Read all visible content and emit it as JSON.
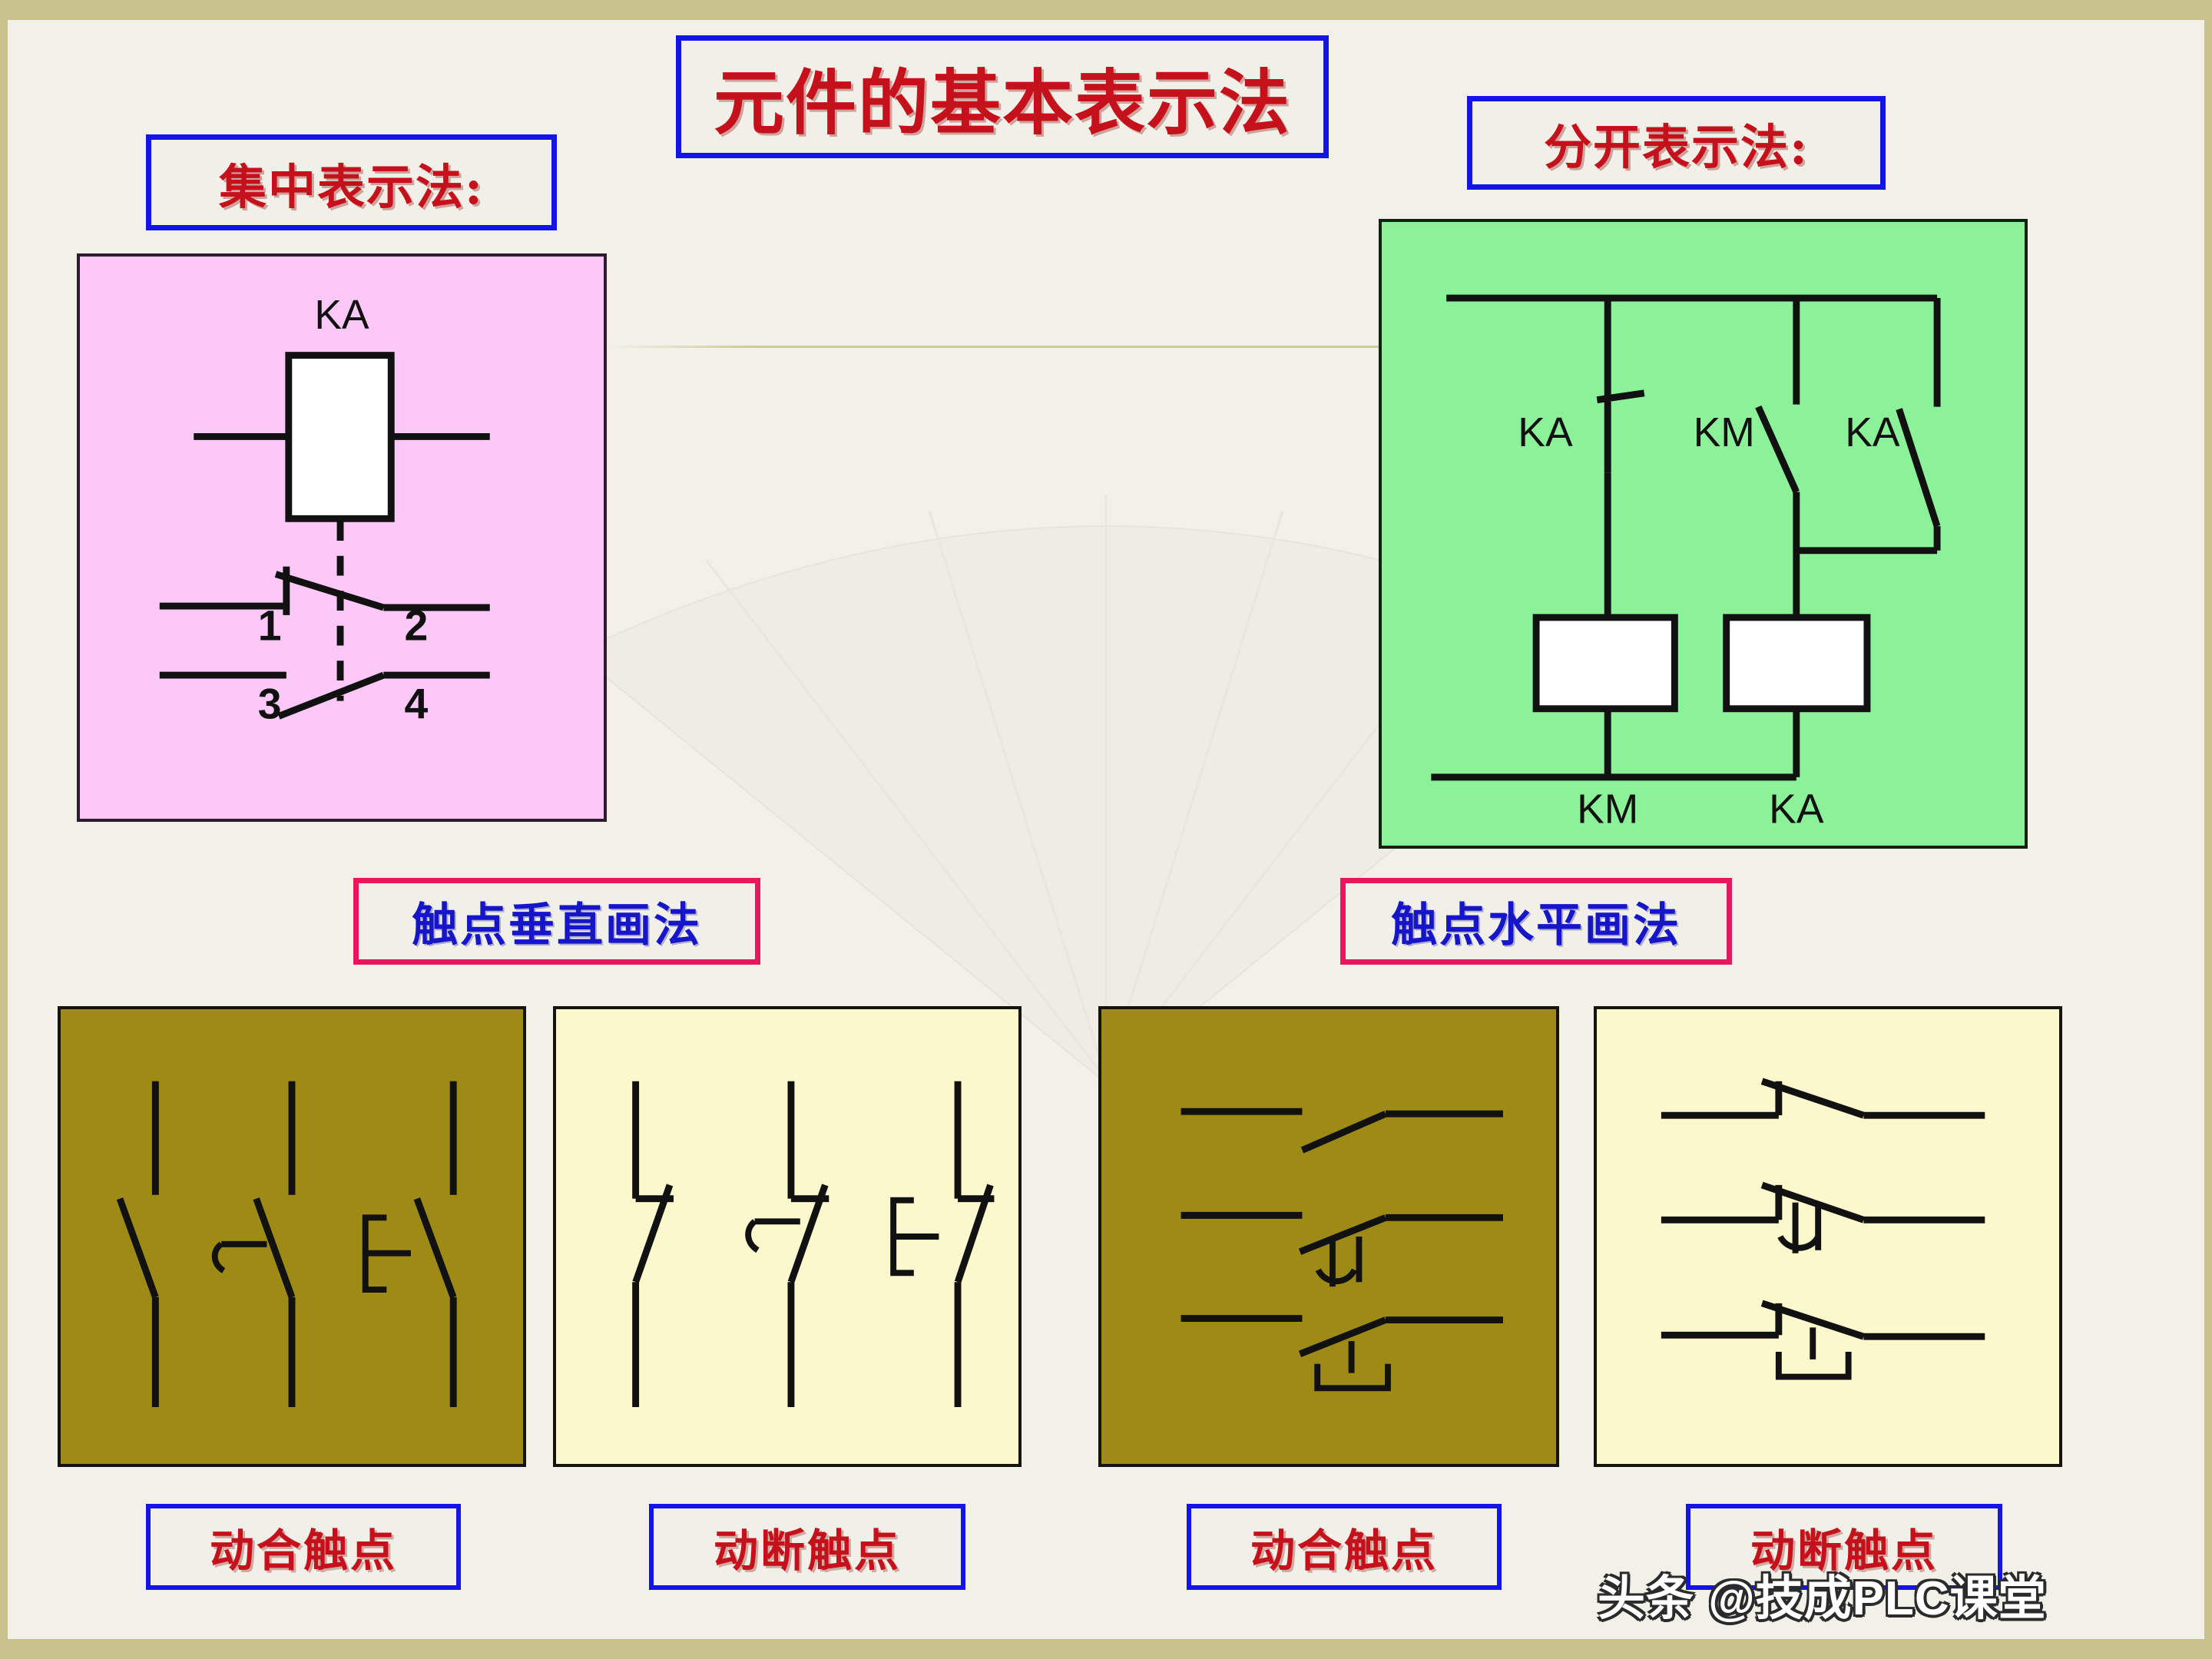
{
  "slide": {
    "title": "元件的基本表示法",
    "background_color": "#f2f1e9",
    "frame_color": "#c9c18d"
  },
  "headings": {
    "concentrated": "集中表示法:",
    "separated": "分开表示法:",
    "title_text_color": "#c5111b",
    "title_border_color": "#1414e6"
  },
  "mid_labels": {
    "vertical": "触点垂直画法",
    "horizontal": "触点水平画法",
    "text_color": "#1616c8",
    "border_color": "#e8175d"
  },
  "panels": {
    "concentrated": {
      "fill": "#fcc8f8",
      "device_label": "KA",
      "terminal_labels": [
        "1",
        "2",
        "3",
        "4"
      ]
    },
    "separated": {
      "fill": "#8cf29a",
      "contact_labels": [
        "KA",
        "KM",
        "KA"
      ],
      "coil_labels": [
        "KM",
        "KA"
      ]
    },
    "vertical_no": {
      "fill": "#9d8b15",
      "symbol_count": 3
    },
    "vertical_nc": {
      "fill": "#fcf8cd",
      "symbol_count": 3
    },
    "horizontal_no": {
      "fill": "#9d8b15",
      "symbol_count": 3
    },
    "horizontal_nc": {
      "fill": "#fcf8cd",
      "symbol_count": 3
    }
  },
  "captions": {
    "vertical_no": "动合触点",
    "vertical_nc": "动断触点",
    "horizontal_no": "动合触点",
    "horizontal_nc": "动断触点",
    "text_color": "#c5111b",
    "border_color": "#1414e6"
  },
  "watermark": {
    "text": "头条 @技成PLC课堂"
  }
}
